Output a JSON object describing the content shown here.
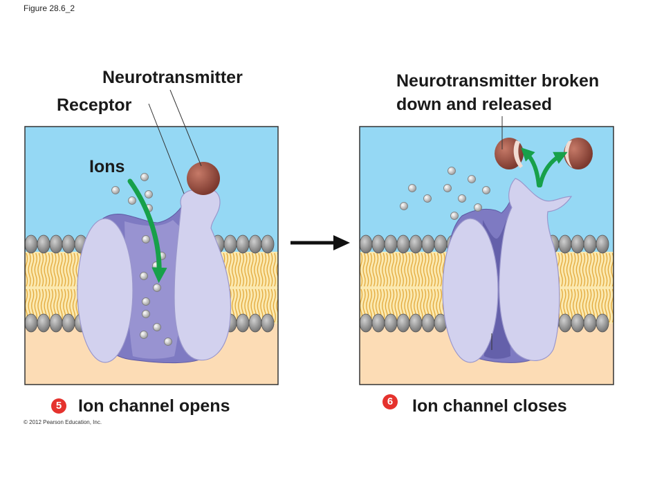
{
  "figure_label": "Figure 28.6_2",
  "left_panel": {
    "labels": {
      "neurotransmitter": "Neurotransmitter",
      "receptor": "Receptor",
      "ions": "Ions"
    },
    "step_number": "5",
    "caption": "Ion channel opens"
  },
  "right_panel": {
    "labels": {
      "broken_line1": "Neurotransmitter broken",
      "broken_line2": "down and released"
    },
    "step_number": "6",
    "caption": "Ion channel closes"
  },
  "copyright": "© 2012 Pearson Education, Inc.",
  "colors": {
    "extracellular": "#95d8f4",
    "intracellular": "#fcdcb5",
    "lipid_tail": "#e3a93c",
    "phospholipid_head": "#8c8c8c",
    "protein_light": "#d2d1ee",
    "protein_dark": "#7e7ac2",
    "neurotransmitter": "#9c5143",
    "arrow_green": "#17a04a",
    "step_badge": "#e5322d"
  }
}
